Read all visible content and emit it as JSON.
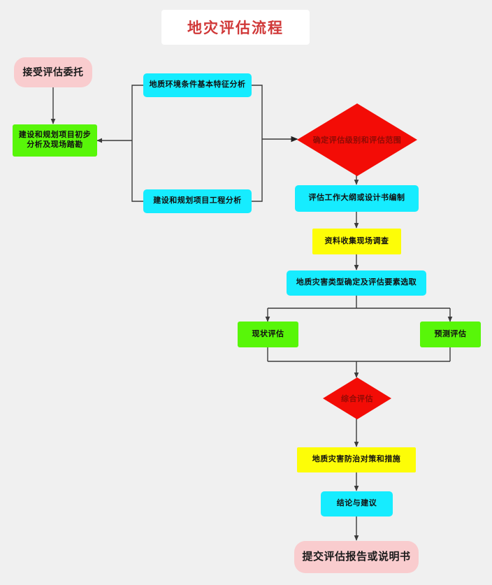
{
  "diagram": {
    "type": "flowchart",
    "title": "地灾评估流程",
    "background_color": "#f0f0f0",
    "title_color": "#d03838",
    "palette": {
      "pink": "#f9ccce",
      "green": "#58f609",
      "cyan": "#16ecff",
      "yellow": "#fdfd07",
      "red": "#f30c06",
      "connector": "#3b3b3b"
    },
    "nodes": [
      {
        "id": "n1",
        "label": "接受评估委托",
        "shape": "rounded",
        "color": "pink"
      },
      {
        "id": "n2",
        "label": "建设和规划项目初步分析及现场踏勘",
        "shape": "rect",
        "color": "green"
      },
      {
        "id": "n3",
        "label": "地质环境条件基本特征分析",
        "shape": "rect",
        "color": "cyan"
      },
      {
        "id": "n4",
        "label": "建设和规划项目工程分析",
        "shape": "rect",
        "color": "cyan"
      },
      {
        "id": "n5",
        "label": "确定评估级别和评估范围",
        "shape": "diamond",
        "color": "red"
      },
      {
        "id": "n6",
        "label": "评估工作大纲或设计书编制",
        "shape": "rect",
        "color": "cyan"
      },
      {
        "id": "n7",
        "label": "资料收集现场调查",
        "shape": "rect",
        "color": "yellow"
      },
      {
        "id": "n8",
        "label": "地质灾害类型确定及评估要素选取",
        "shape": "rect",
        "color": "cyan"
      },
      {
        "id": "n9",
        "label": "现状评估",
        "shape": "rect",
        "color": "green"
      },
      {
        "id": "n10",
        "label": "预测评估",
        "shape": "rect",
        "color": "green"
      },
      {
        "id": "n11",
        "label": "综合评估",
        "shape": "diamond",
        "color": "red"
      },
      {
        "id": "n12",
        "label": "地质灾害防治对策和措施",
        "shape": "rect",
        "color": "yellow"
      },
      {
        "id": "n13",
        "label": "结论与建议",
        "shape": "rect",
        "color": "cyan"
      },
      {
        "id": "n14",
        "label": "提交评估报告或说明书",
        "shape": "rounded",
        "color": "pink"
      }
    ],
    "edges": [
      {
        "from": "n1",
        "to": "n2",
        "style": "straight-down"
      },
      {
        "from": "n3",
        "to": "n2",
        "style": "bracket-left"
      },
      {
        "from": "n4",
        "to": "n2",
        "style": "bracket-left"
      },
      {
        "from": "n3",
        "to": "n5",
        "style": "bracket-right"
      },
      {
        "from": "n4",
        "to": "n5",
        "style": "bracket-right"
      },
      {
        "from": "n5",
        "to": "n6",
        "style": "straight-down"
      },
      {
        "from": "n6",
        "to": "n7",
        "style": "straight-down"
      },
      {
        "from": "n7",
        "to": "n8",
        "style": "straight-down"
      },
      {
        "from": "n8",
        "to": "n9",
        "style": "split"
      },
      {
        "from": "n8",
        "to": "n10",
        "style": "split"
      },
      {
        "from": "n9",
        "to": "n11",
        "style": "merge"
      },
      {
        "from": "n10",
        "to": "n11",
        "style": "merge"
      },
      {
        "from": "n11",
        "to": "n12",
        "style": "straight-down"
      },
      {
        "from": "n12",
        "to": "n13",
        "style": "straight-down"
      },
      {
        "from": "n13",
        "to": "n14",
        "style": "straight-down"
      }
    ]
  }
}
